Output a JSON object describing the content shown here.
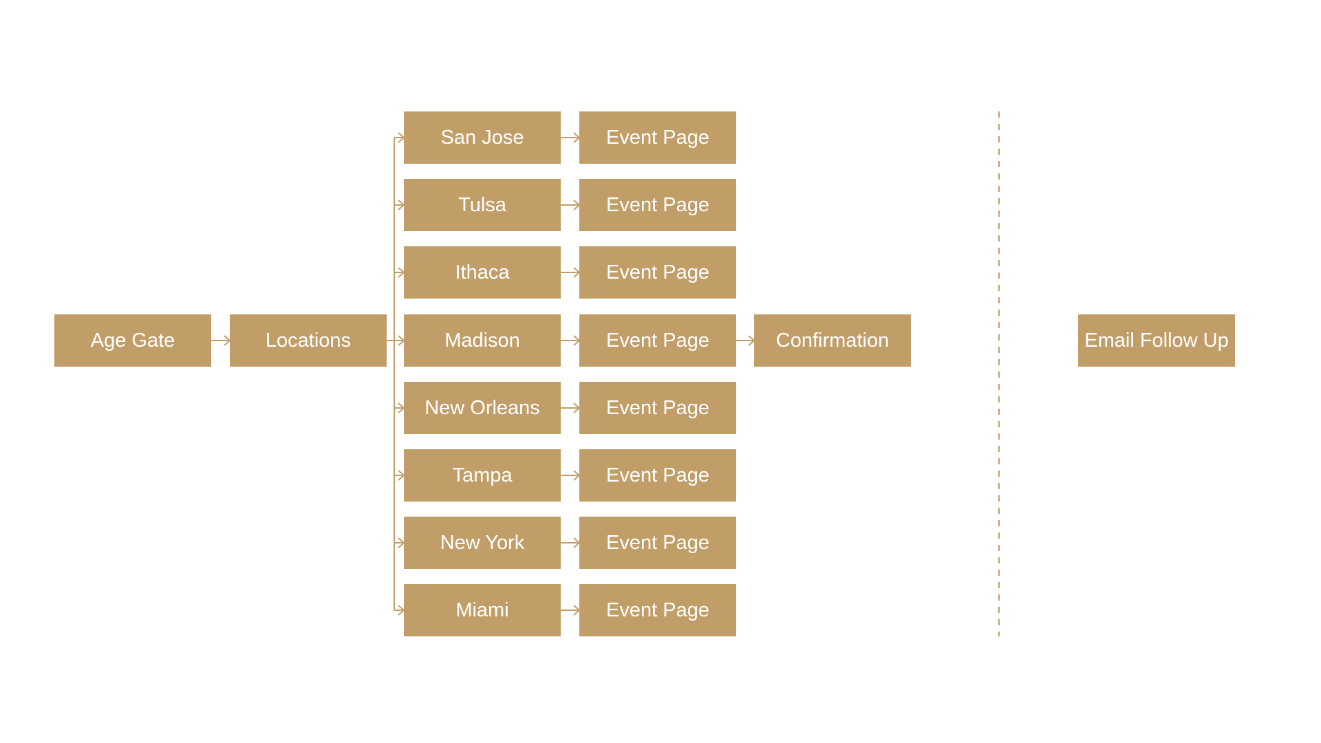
{
  "colors": {
    "box": "#C19E68",
    "connector": "#C19E68",
    "text": "#FFFFFF"
  },
  "flow": {
    "age_gate": "Age Gate",
    "locations": "Locations",
    "cities": [
      "San Jose",
      "Tulsa",
      "Ithaca",
      "Madison",
      "New Orleans",
      "Tampa",
      "New York",
      "Miami"
    ],
    "event_page": "Event Page",
    "confirmation": "Confirmation",
    "email_follow_up": "Email Follow Up"
  }
}
